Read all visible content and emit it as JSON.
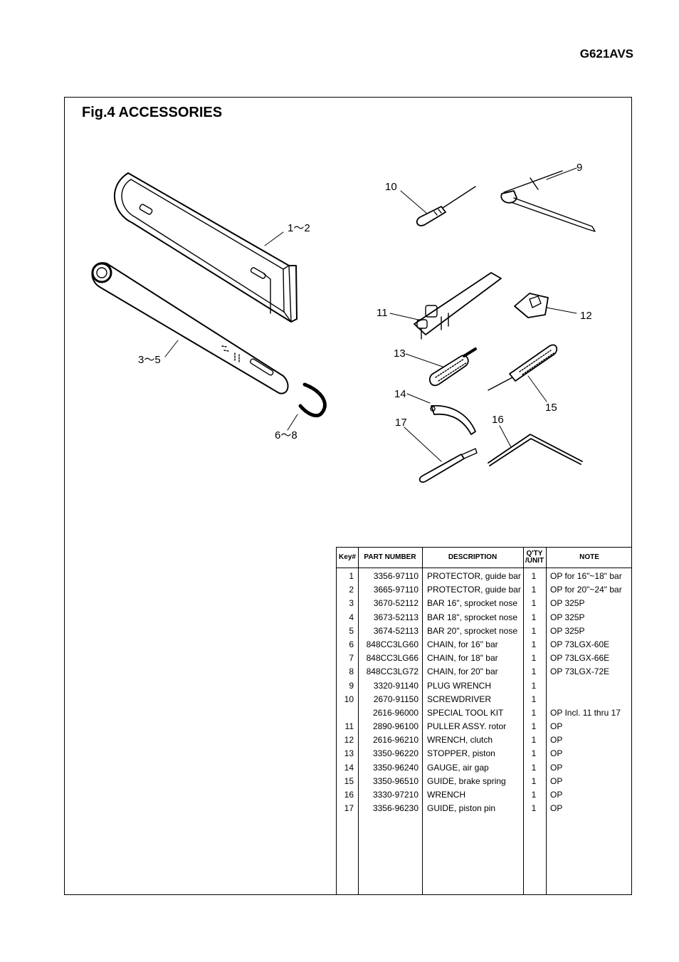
{
  "header": {
    "model": "G621AVS"
  },
  "figure": {
    "title": "Fig.4 ACCESSORIES",
    "callouts": [
      "1～2",
      "3～5",
      "6～8",
      "9",
      "10",
      "11",
      "12",
      "13",
      "14",
      "15",
      "16",
      "17"
    ]
  },
  "table": {
    "headers": {
      "key": "Key#",
      "part": "PART NUMBER",
      "desc": "DESCRIPTION",
      "qty": "Q'TY /UNIT",
      "note": "NOTE"
    },
    "rows": [
      {
        "key": "1",
        "part": "3356-97110",
        "desc": "PROTECTOR, guide bar",
        "qty": "1",
        "note": "OP for 16\"~18\" bar"
      },
      {
        "key": "2",
        "part": "3665-97110",
        "desc": "PROTECTOR, guide bar",
        "qty": "1",
        "note": "OP for 20\"~24\" bar"
      },
      {
        "key": "3",
        "part": "3670-52112",
        "desc": "BAR 16\", sprocket nose",
        "qty": "1",
        "note": "OP    325P"
      },
      {
        "key": "4",
        "part": "3673-52113",
        "desc": "BAR 18\", sprocket nose",
        "qty": "1",
        "note": "OP    325P"
      },
      {
        "key": "5",
        "part": "3674-52113",
        "desc": "BAR 20\", sprocket nose",
        "qty": "1",
        "note": "OP    325P"
      },
      {
        "key": "6",
        "part": "848CC3LG60",
        "desc": "CHAIN, for 16\" bar",
        "qty": "1",
        "note": "OP 73LGX-60E"
      },
      {
        "key": "7",
        "part": "848CC3LG66",
        "desc": "CHAIN, for 18\" bar",
        "qty": "1",
        "note": "OP 73LGX-66E"
      },
      {
        "key": "8",
        "part": "848CC3LG72",
        "desc": "CHAIN, for 20\" bar",
        "qty": "1",
        "note": "OP 73LGX-72E"
      },
      {
        "key": "9",
        "part": "3320-91140",
        "desc": "PLUG WRENCH",
        "qty": "1",
        "note": ""
      },
      {
        "key": "10",
        "part": "2670-91150",
        "desc": "SCREWDRIVER",
        "qty": "1",
        "note": ""
      },
      {
        "key": "",
        "part": "2616-96000",
        "desc": "SPECIAL TOOL KIT",
        "qty": "1",
        "note": "OP Incl. 11 thru 17"
      },
      {
        "key": "11",
        "part": "2890-96100",
        "desc": "PULLER ASSY. rotor",
        "qty": "1",
        "note": "OP"
      },
      {
        "key": "12",
        "part": "2616-96210",
        "desc": "WRENCH, clutch",
        "qty": "1",
        "note": "OP"
      },
      {
        "key": "13",
        "part": "3350-96220",
        "desc": "STOPPER, piston",
        "qty": "1",
        "note": "OP"
      },
      {
        "key": "14",
        "part": "3350-96240",
        "desc": "GAUGE, air gap",
        "qty": "1",
        "note": "OP"
      },
      {
        "key": "15",
        "part": "3350-96510",
        "desc": "GUIDE, brake spring",
        "qty": "1",
        "note": "OP"
      },
      {
        "key": "16",
        "part": "3330-97210",
        "desc": "WRENCH",
        "qty": "1",
        "note": "OP"
      },
      {
        "key": "17",
        "part": "3356-96230",
        "desc": "GUIDE, piston pin",
        "qty": "1",
        "note": "OP"
      }
    ]
  },
  "colors": {
    "ink": "#000000",
    "paper": "#ffffff"
  }
}
